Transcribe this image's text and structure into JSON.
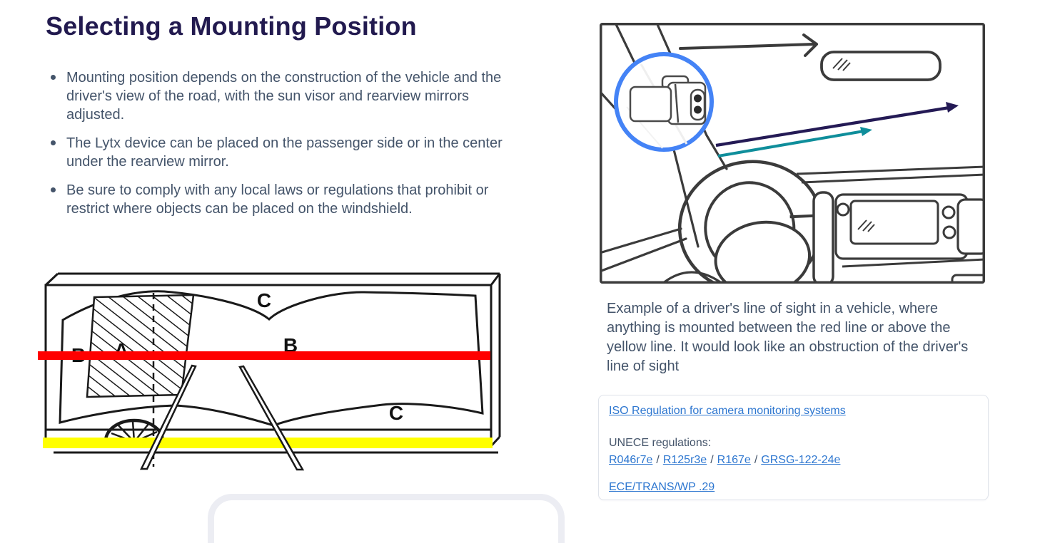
{
  "header": {
    "title": "Selecting a Mounting Position",
    "title_color": "#221a4f"
  },
  "bullets": [
    "Mounting position depends on the construction of the vehicle and the driver's view of the road, with the sun visor and rearview mirrors adjusted.",
    "The Lytx device can be placed on the passenger side or in the center under the rearview mirror.",
    "Be sure to comply with any local laws or regulations that prohibit or restrict where objects can be placed on the windshield."
  ],
  "windshield_diagram": {
    "zone_labels": {
      "a": "A",
      "b_left": "B",
      "b_center": "B",
      "c_top": "C",
      "c_bottom": "C"
    },
    "red_line_color": "#ff0000",
    "yellow_line_color": "#ffff00"
  },
  "illustration": {
    "caption": "Example of a driver's line of sight in a vehicle, where anything is mounted between the red line or above the yellow line. It would look like an obstruction of the driver's line of sight",
    "colors": {
      "highlight_circle": "#4483f6",
      "line_art": "#3b3b3b",
      "arrow_dark": "#3b3b3b",
      "arrow_navy": "#241a55",
      "arrow_teal": "#0f8e9b"
    }
  },
  "links_card": {
    "iso_link": "ISO Regulation for camera monitoring systems",
    "unece_label": "UNECE regulations:",
    "unece_links": [
      "R046r7e",
      "R125r3e",
      "R167e",
      "GRSG-122-24e"
    ],
    "separator": "/",
    "ece_link": "ECE/TRANS/WP .29",
    "link_color": "#2e77d0"
  }
}
